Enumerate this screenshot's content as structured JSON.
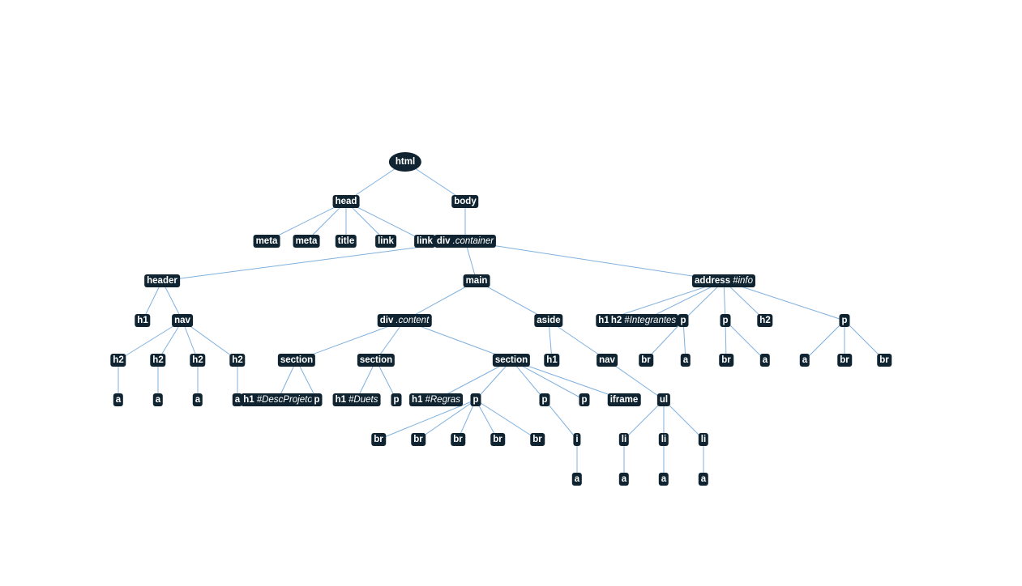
{
  "tree": {
    "nodes": [
      {
        "id": "html",
        "tag": "html",
        "suffix": ""
      },
      {
        "id": "head",
        "tag": "head",
        "suffix": ""
      },
      {
        "id": "body",
        "tag": "body",
        "suffix": ""
      },
      {
        "id": "meta1",
        "tag": "meta",
        "suffix": ""
      },
      {
        "id": "meta2",
        "tag": "meta",
        "suffix": ""
      },
      {
        "id": "title",
        "tag": "title",
        "suffix": ""
      },
      {
        "id": "link1",
        "tag": "link",
        "suffix": ""
      },
      {
        "id": "link2",
        "tag": "link",
        "suffix": ""
      },
      {
        "id": "divcontainer",
        "tag": "div",
        "suffix": ".container"
      },
      {
        "id": "header",
        "tag": "header",
        "suffix": ""
      },
      {
        "id": "main",
        "tag": "main",
        "suffix": ""
      },
      {
        "id": "address",
        "tag": "address",
        "suffix": "#info"
      },
      {
        "id": "header_h1",
        "tag": "h1",
        "suffix": ""
      },
      {
        "id": "header_nav",
        "tag": "nav",
        "suffix": ""
      },
      {
        "id": "nav_h2_1",
        "tag": "h2",
        "suffix": ""
      },
      {
        "id": "nav_h2_2",
        "tag": "h2",
        "suffix": ""
      },
      {
        "id": "nav_h2_3",
        "tag": "h2",
        "suffix": ""
      },
      {
        "id": "nav_h2_4",
        "tag": "h2",
        "suffix": ""
      },
      {
        "id": "nav_a_1",
        "tag": "a",
        "suffix": ""
      },
      {
        "id": "nav_a_2",
        "tag": "a",
        "suffix": ""
      },
      {
        "id": "nav_a_3",
        "tag": "a",
        "suffix": ""
      },
      {
        "id": "nav_a_4",
        "tag": "a",
        "suffix": ""
      },
      {
        "id": "divcontent",
        "tag": "div",
        "suffix": ".content"
      },
      {
        "id": "aside",
        "tag": "aside",
        "suffix": ""
      },
      {
        "id": "section1",
        "tag": "section",
        "suffix": ""
      },
      {
        "id": "section2",
        "tag": "section",
        "suffix": ""
      },
      {
        "id": "section3",
        "tag": "section",
        "suffix": ""
      },
      {
        "id": "s1_h1",
        "tag": "h1",
        "suffix": "#DescProjeto"
      },
      {
        "id": "s1_p",
        "tag": "p",
        "suffix": ""
      },
      {
        "id": "s2_h1",
        "tag": "h1",
        "suffix": "#Duets"
      },
      {
        "id": "s2_p",
        "tag": "p",
        "suffix": ""
      },
      {
        "id": "s3_h1",
        "tag": "h1",
        "suffix": "#Regras"
      },
      {
        "id": "s3_p1",
        "tag": "p",
        "suffix": ""
      },
      {
        "id": "s3_p2",
        "tag": "p",
        "suffix": ""
      },
      {
        "id": "s3_p3",
        "tag": "p",
        "suffix": ""
      },
      {
        "id": "s3_iframe",
        "tag": "iframe",
        "suffix": ""
      },
      {
        "id": "br1",
        "tag": "br",
        "suffix": ""
      },
      {
        "id": "br2",
        "tag": "br",
        "suffix": ""
      },
      {
        "id": "br3",
        "tag": "br",
        "suffix": ""
      },
      {
        "id": "br4",
        "tag": "br",
        "suffix": ""
      },
      {
        "id": "br5",
        "tag": "br",
        "suffix": ""
      },
      {
        "id": "s3_i",
        "tag": "i",
        "suffix": ""
      },
      {
        "id": "s3_i_a",
        "tag": "a",
        "suffix": ""
      },
      {
        "id": "aside_h1",
        "tag": "h1",
        "suffix": ""
      },
      {
        "id": "aside_nav",
        "tag": "nav",
        "suffix": ""
      },
      {
        "id": "ul",
        "tag": "ul",
        "suffix": ""
      },
      {
        "id": "li1",
        "tag": "li",
        "suffix": ""
      },
      {
        "id": "li2",
        "tag": "li",
        "suffix": ""
      },
      {
        "id": "li3",
        "tag": "li",
        "suffix": ""
      },
      {
        "id": "li1_a",
        "tag": "a",
        "suffix": ""
      },
      {
        "id": "li2_a",
        "tag": "a",
        "suffix": ""
      },
      {
        "id": "li3_a",
        "tag": "a",
        "suffix": ""
      },
      {
        "id": "addr_h1",
        "tag": "h1",
        "suffix": ""
      },
      {
        "id": "addr_h2a",
        "tag": "h2",
        "suffix": "#Integrantes"
      },
      {
        "id": "addr_p1",
        "tag": "p",
        "suffix": ""
      },
      {
        "id": "addr_p2",
        "tag": "p",
        "suffix": ""
      },
      {
        "id": "addr_h2b",
        "tag": "h2",
        "suffix": ""
      },
      {
        "id": "addr_p3",
        "tag": "p",
        "suffix": ""
      },
      {
        "id": "p1_br",
        "tag": "br",
        "suffix": ""
      },
      {
        "id": "p1_a",
        "tag": "a",
        "suffix": ""
      },
      {
        "id": "p2_br",
        "tag": "br",
        "suffix": ""
      },
      {
        "id": "p2_a",
        "tag": "a",
        "suffix": ""
      },
      {
        "id": "p3_a",
        "tag": "a",
        "suffix": ""
      },
      {
        "id": "p3_br1",
        "tag": "br",
        "suffix": ""
      },
      {
        "id": "p3_br2",
        "tag": "br",
        "suffix": ""
      }
    ],
    "edges": [
      [
        "html",
        "head"
      ],
      [
        "html",
        "body"
      ],
      [
        "head",
        "meta1"
      ],
      [
        "head",
        "meta2"
      ],
      [
        "head",
        "title"
      ],
      [
        "head",
        "link1"
      ],
      [
        "head",
        "link2"
      ],
      [
        "body",
        "divcontainer"
      ],
      [
        "divcontainer",
        "header"
      ],
      [
        "divcontainer",
        "main"
      ],
      [
        "divcontainer",
        "address"
      ],
      [
        "header",
        "header_h1"
      ],
      [
        "header",
        "header_nav"
      ],
      [
        "header_nav",
        "nav_h2_1"
      ],
      [
        "header_nav",
        "nav_h2_2"
      ],
      [
        "header_nav",
        "nav_h2_3"
      ],
      [
        "header_nav",
        "nav_h2_4"
      ],
      [
        "nav_h2_1",
        "nav_a_1"
      ],
      [
        "nav_h2_2",
        "nav_a_2"
      ],
      [
        "nav_h2_3",
        "nav_a_3"
      ],
      [
        "nav_h2_4",
        "nav_a_4"
      ],
      [
        "main",
        "divcontent"
      ],
      [
        "main",
        "aside"
      ],
      [
        "divcontent",
        "section1"
      ],
      [
        "divcontent",
        "section2"
      ],
      [
        "divcontent",
        "section3"
      ],
      [
        "section1",
        "s1_h1"
      ],
      [
        "section1",
        "s1_p"
      ],
      [
        "section2",
        "s2_h1"
      ],
      [
        "section2",
        "s2_p"
      ],
      [
        "section3",
        "s3_h1"
      ],
      [
        "section3",
        "s3_p1"
      ],
      [
        "section3",
        "s3_p2"
      ],
      [
        "section3",
        "s3_p3"
      ],
      [
        "section3",
        "s3_iframe"
      ],
      [
        "s3_p1",
        "br1"
      ],
      [
        "s3_p1",
        "br2"
      ],
      [
        "s3_p1",
        "br3"
      ],
      [
        "s3_p1",
        "br4"
      ],
      [
        "s3_p1",
        "br5"
      ],
      [
        "s3_p2",
        "s3_i"
      ],
      [
        "s3_i",
        "s3_i_a"
      ],
      [
        "aside",
        "aside_h1"
      ],
      [
        "aside",
        "aside_nav"
      ],
      [
        "aside_nav",
        "ul"
      ],
      [
        "ul",
        "li1"
      ],
      [
        "ul",
        "li2"
      ],
      [
        "ul",
        "li3"
      ],
      [
        "li1",
        "li1_a"
      ],
      [
        "li2",
        "li2_a"
      ],
      [
        "li3",
        "li3_a"
      ],
      [
        "address",
        "addr_h1"
      ],
      [
        "address",
        "addr_h2a"
      ],
      [
        "address",
        "addr_p1"
      ],
      [
        "address",
        "addr_p2"
      ],
      [
        "address",
        "addr_h2b"
      ],
      [
        "address",
        "addr_p3"
      ],
      [
        "addr_p1",
        "p1_br"
      ],
      [
        "addr_p1",
        "p1_a"
      ],
      [
        "addr_p2",
        "p2_br"
      ],
      [
        "addr_p2",
        "p2_a"
      ],
      [
        "addr_p3",
        "p3_a"
      ],
      [
        "addr_p3",
        "p3_br1"
      ],
      [
        "addr_p3",
        "p3_br2"
      ]
    ]
  }
}
